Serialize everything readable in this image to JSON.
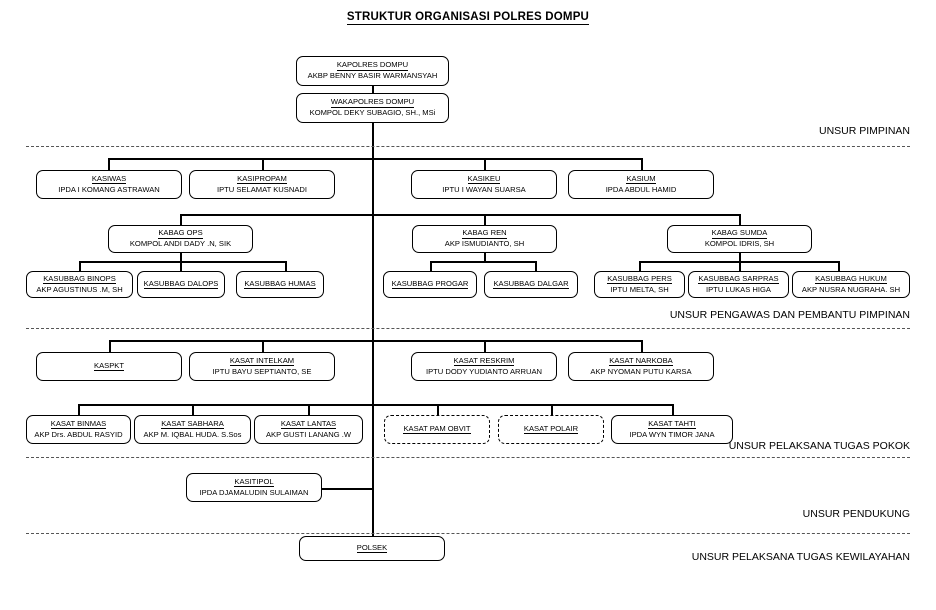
{
  "title": "STRUKTUR ORGANISASI POLRES DOMPU",
  "chart_data": {
    "type": "diagram",
    "title": "STRUKTUR ORGANISASI POLRES DOMPU",
    "orientation": "top-down organizational hierarchy",
    "sections": [
      "UNSUR PIMPINAN",
      "UNSUR PENGAWAS DAN PEMBANTU PIMPINAN",
      "UNSUR PELAKSANA TUGAS POKOK",
      "UNSUR PENDUKUNG",
      "UNSUR PELAKSANA TUGAS KEWILAYAHAN"
    ]
  },
  "sections": {
    "pimpinan": "UNSUR PIMPINAN",
    "pengawas": "UNSUR PENGAWAS DAN PEMBANTU PIMPINAN",
    "pokok": "UNSUR PELAKSANA TUGAS POKOK",
    "pendukung": "UNSUR PENDUKUNG",
    "kewilayahan": "UNSUR PELAKSANA TUGAS KEWILAYAHAN"
  },
  "nodes": {
    "kapolres": {
      "role": "KAPOLRES DOMPU",
      "name": "AKBP BENNY BASIR WARMANSYAH"
    },
    "wakapolres": {
      "role": "WAKAPOLRES DOMPU",
      "name": "KOMPOL DEKY SUBAGIO, SH., MSi"
    },
    "kasiwas": {
      "role": "KASIWAS",
      "name": "IPDA I KOMANG ASTRAWAN"
    },
    "kasipropam": {
      "role": "KASIPROPAM",
      "name": "IPTU SELAMAT KUSNADI"
    },
    "kasikeu": {
      "role": "KASIKEU",
      "name": "IPTU I WAYAN SUARSA"
    },
    "kasium": {
      "role": "KASIUM",
      "name": "IPDA ABDUL HAMID"
    },
    "kabag_ops": {
      "role": "KABAG OPS",
      "name": "KOMPOL ANDI DADY .N, SIK"
    },
    "kabag_ren": {
      "role": "KABAG REN",
      "name": "AKP ISMUDIANTO, SH"
    },
    "kabag_sumda": {
      "role": "KABAG SUMDA",
      "name": "KOMPOL IDRIS, SH"
    },
    "kasubbag_binops": {
      "role": "KASUBBAG BINOPS",
      "name": "AKP AGUSTINUS .M, SH"
    },
    "kasubbag_dalops": {
      "role": "KASUBBAG DALOPS",
      "name": ""
    },
    "kasubbag_humas": {
      "role": "KASUBBAG HUMAS",
      "name": ""
    },
    "kasubbag_progar": {
      "role": "KASUBBAG PROGAR",
      "name": ""
    },
    "kasubbag_dalgar": {
      "role": "KASUBBAG DALGAR",
      "name": ""
    },
    "kasubbag_pers": {
      "role": "KASUBBAG PERS",
      "name": "IPTU MELTA, SH"
    },
    "kasubbag_sarpras": {
      "role": "KASUBBAG SARPRAS",
      "name": "IPTU LUKAS HIGA"
    },
    "kasubbag_hukum": {
      "role": "KASUBBAG HUKUM",
      "name": "AKP NUSRA NUGRAHA. SH"
    },
    "kaspkt": {
      "role": "KASPKT",
      "name": ""
    },
    "kasat_intelkam": {
      "role": "KASAT INTELKAM",
      "name": "IPTU BAYU SEPTIANTO, SE"
    },
    "kasat_reskrim": {
      "role": "KASAT RESKRIM",
      "name": "IPTU DODY YUDIANTO ARRUAN"
    },
    "kasat_narkoba": {
      "role": "KASAT NARKOBA",
      "name": "AKP NYOMAN PUTU KARSA"
    },
    "kasat_binmas": {
      "role": "KASAT BINMAS",
      "name": "AKP Drs. ABDUL RASYID"
    },
    "kasat_sabhara": {
      "role": "KASAT SABHARA",
      "name": "AKP M. IQBAL HUDA. S.Sos"
    },
    "kasat_lantas": {
      "role": "KASAT LANTAS",
      "name": "AKP GUSTI LANANG .W"
    },
    "kasat_pam_obvit": {
      "role": "KASAT PAM OBVIT",
      "name": ""
    },
    "kasat_polair": {
      "role": "KASAT POLAIR",
      "name": ""
    },
    "kasat_tahti": {
      "role": "KASAT TAHTI",
      "name": "IPDA WYN TIMOR JANA"
    },
    "kasitipol": {
      "role": "KASITIPOL",
      "name": "IPDA DJAMALUDIN SULAIMAN"
    },
    "polsek": {
      "role": "POLSEK",
      "name": ""
    }
  }
}
